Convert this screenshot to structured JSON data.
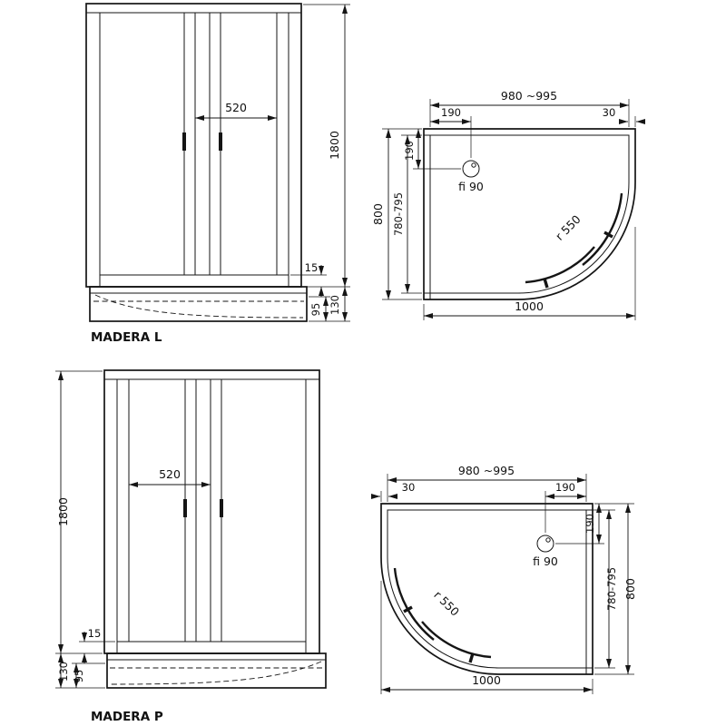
{
  "drawing": {
    "madera_l": {
      "label": "MADERA L",
      "front": {
        "door_width": "520",
        "height": "1800",
        "gap": "15",
        "tray_height": "130",
        "tray_inner": "95"
      },
      "plan": {
        "width_adj": "980 ~995",
        "drain_x": "190",
        "profile": "30",
        "drain_y": "190",
        "depth": "800",
        "depth_adj": "780-795",
        "drain": "fi 90",
        "radius": "r 550",
        "width": "1000"
      }
    },
    "madera_p": {
      "label": "MADERA P",
      "front": {
        "door_width": "520",
        "height": "1800",
        "gap": "15",
        "tray_height": "130",
        "tray_inner": "95"
      },
      "plan": {
        "width_adj": "980 ~995",
        "profile": "30",
        "drain_x": "190",
        "drain_y": "190",
        "depth": "800",
        "depth_adj": "780-795",
        "drain": "fi 90",
        "radius": "r 550",
        "width": "1000"
      }
    }
  }
}
